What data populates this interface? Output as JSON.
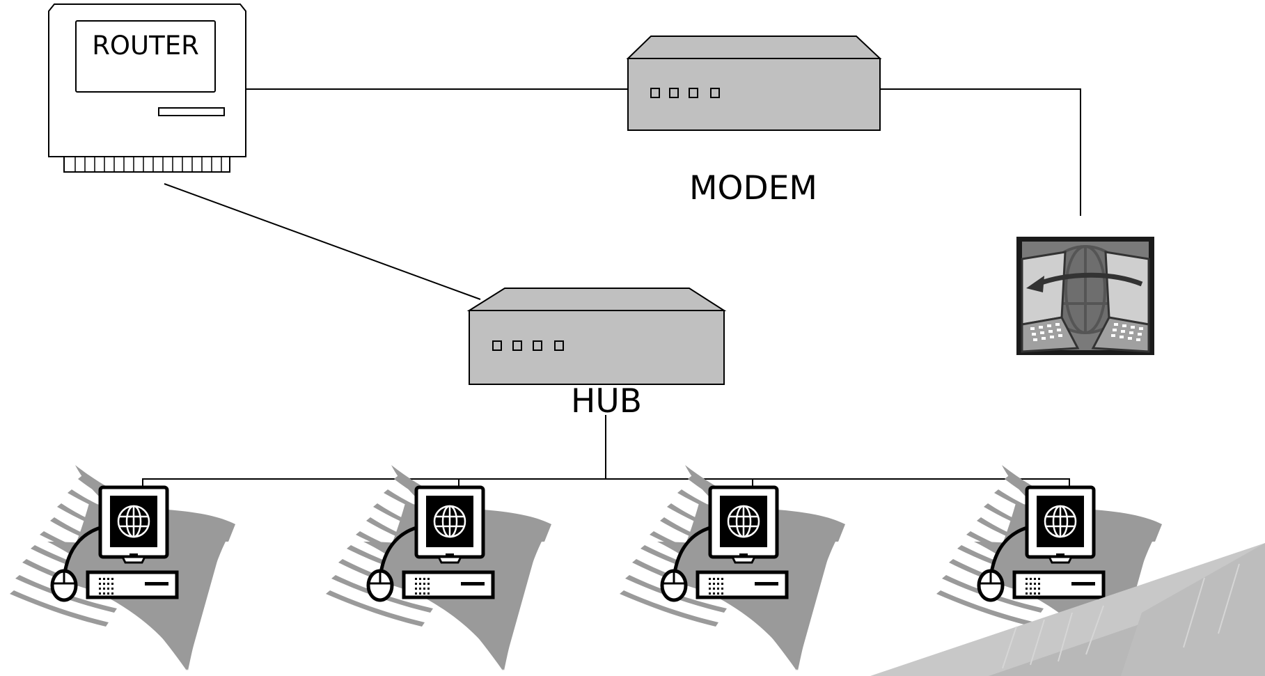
{
  "diagram": {
    "labels": {
      "router": "ROUTER",
      "modem": "MODEM",
      "hub": "HUB"
    },
    "nodes": [
      {
        "id": "router",
        "kind": "router"
      },
      {
        "id": "modem",
        "kind": "modem"
      },
      {
        "id": "internet",
        "kind": "internet-icon"
      },
      {
        "id": "hub",
        "kind": "hub"
      },
      {
        "id": "pc-1",
        "kind": "workstation"
      },
      {
        "id": "pc-2",
        "kind": "workstation"
      },
      {
        "id": "pc-3",
        "kind": "workstation"
      },
      {
        "id": "pc-4",
        "kind": "workstation"
      }
    ],
    "edges": [
      {
        "from": "router",
        "to": "modem"
      },
      {
        "from": "modem",
        "to": "internet"
      },
      {
        "from": "router",
        "to": "hub"
      },
      {
        "from": "hub",
        "to": "pc-1"
      },
      {
        "from": "hub",
        "to": "pc-2"
      },
      {
        "from": "hub",
        "to": "pc-3"
      },
      {
        "from": "hub",
        "to": "pc-4"
      }
    ],
    "colors": {
      "device_fill": "#c0c0c0",
      "router_fill": "#ffffff",
      "line": "#000000",
      "swoosh": "#9a9a9a",
      "monitor_bg": "#000000"
    }
  }
}
